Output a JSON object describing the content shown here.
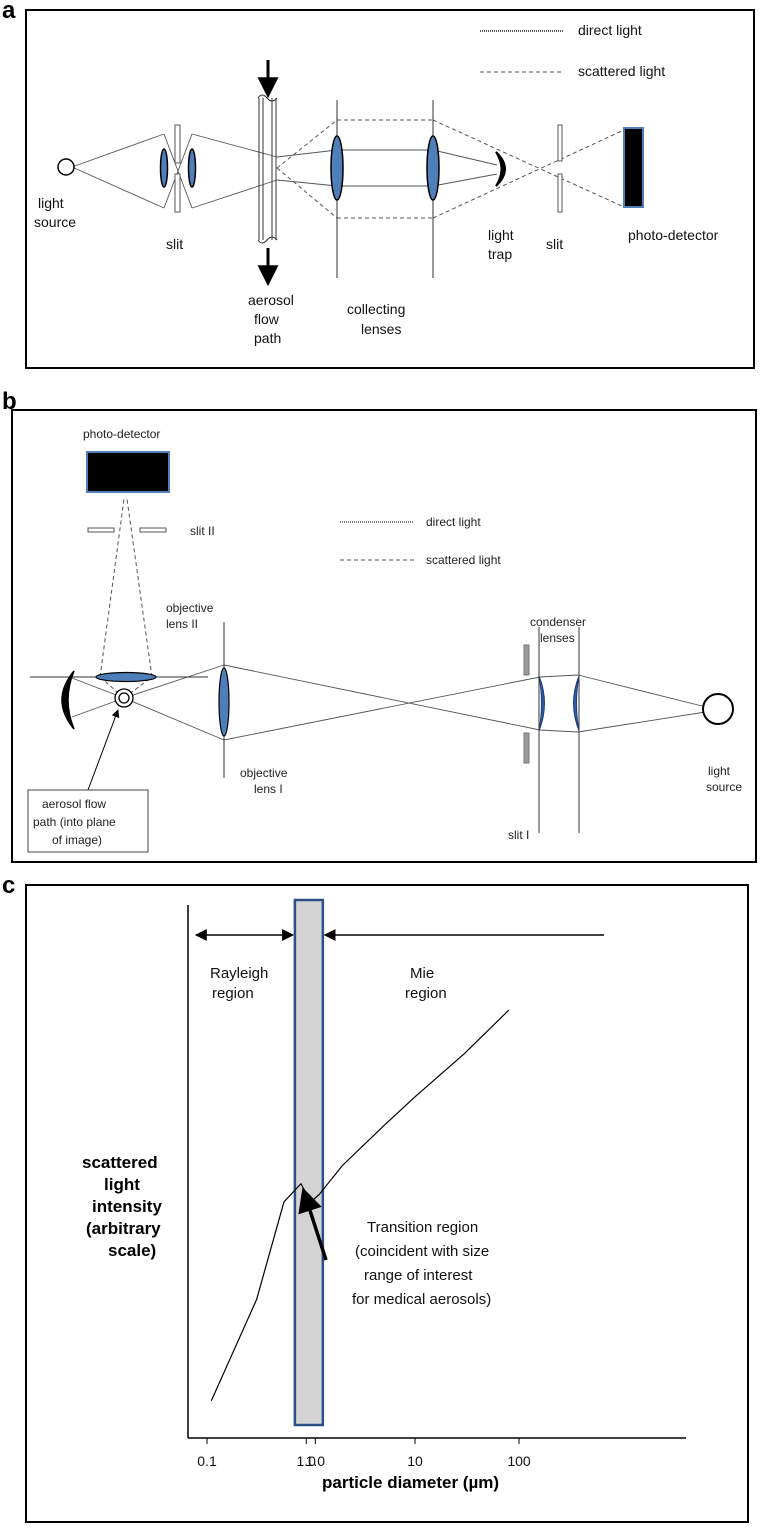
{
  "panel_a": {
    "label": "a",
    "legend": {
      "direct": "direct light",
      "scattered": "scattered light"
    },
    "light_source": [
      "light",
      "source"
    ],
    "slit_left": "slit",
    "aerosol": [
      "aerosol",
      "flow",
      "path"
    ],
    "collecting": [
      "collecting",
      "lenses"
    ],
    "light_trap": [
      "light",
      "trap"
    ],
    "slit_right": "slit",
    "detector": "photo-detector"
  },
  "panel_b": {
    "label": "b",
    "detector": "photo-detector",
    "slit2": "slit II",
    "legend": {
      "direct": "direct light",
      "scattered": "scattered light"
    },
    "objective2": [
      "objective",
      "lens II"
    ],
    "condenser": [
      "condenser",
      "lenses"
    ],
    "objective1": [
      "objective",
      "lens I"
    ],
    "slit1": "slit I",
    "light_source": [
      "light",
      "source"
    ],
    "aerosol_box": [
      "aerosol flow",
      "path (into plane",
      "of image)"
    ]
  },
  "panel_c": {
    "label": "c",
    "rayleigh": [
      "Rayleigh",
      "region"
    ],
    "mie": [
      "Mie",
      "region"
    ],
    "ylabel": [
      "scattered",
      "light",
      "intensity",
      "(arbitrary",
      "scale)"
    ],
    "transition": [
      "Transition region",
      "(coincident with size",
      "range of interest",
      "for medical aerosols)"
    ],
    "xlabel": "particle diameter (µm)"
  },
  "chart_data": {
    "type": "line",
    "xlabel": "particle diameter (µm)",
    "ylabel": "scattered light intensity (arbitrary scale)",
    "x_scale": "log",
    "x_ticks": [
      "0.1",
      "1.0",
      "1.0",
      "10",
      "100"
    ],
    "shaded_band": {
      "x": [
        0.7,
        1.3
      ],
      "label": "Transition region (coincident with size range of interest for medical aerosols)"
    },
    "regions": [
      {
        "name": "Rayleigh region",
        "x": [
          0.1,
          0.7
        ]
      },
      {
        "name": "Mie region",
        "x": [
          1.3,
          500
        ]
      }
    ],
    "series": [
      {
        "x": [
          0.11,
          0.3,
          0.55,
          0.8,
          1.0,
          1.2,
          2,
          5,
          10,
          30,
          80
        ],
        "y": [
          0.02,
          0.3,
          0.57,
          0.62,
          0.57,
          0.59,
          0.67,
          0.78,
          0.86,
          0.98,
          1.1
        ]
      }
    ]
  }
}
